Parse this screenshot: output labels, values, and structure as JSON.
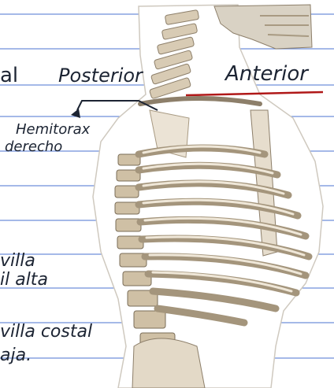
{
  "labels": {
    "margin_fragment": "al",
    "posterior": "Posterior",
    "anterior": "Anterior",
    "hemitorax_line1": "Hemitorax",
    "hemitorax_line2": "derecho",
    "left_note_1a": "villa",
    "left_note_1b": "il alta",
    "left_note_2a": "villa costal",
    "left_note_2b": "aja."
  },
  "colors": {
    "paper": "#ffffff",
    "ruled_line": "#6f8fd9",
    "ink": "#1c2433",
    "red_pen": "#b01818",
    "bone": "#d8cbb4",
    "bone_shadow": "#8d7f6a",
    "body_outline": "#e2ddd3"
  }
}
